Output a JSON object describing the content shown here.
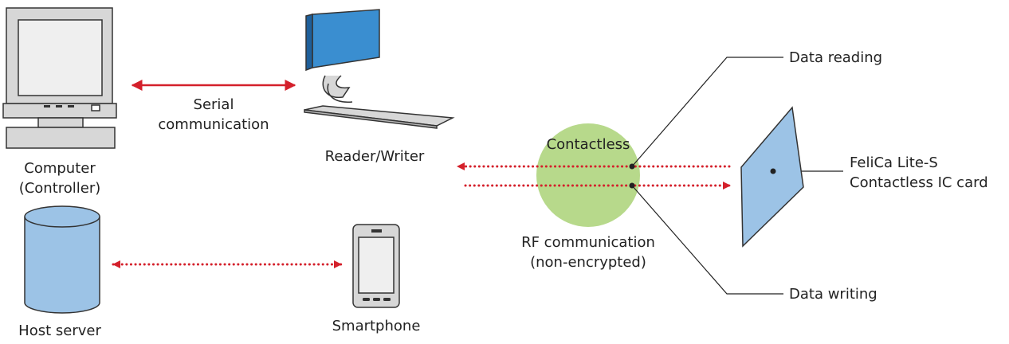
{
  "labels": {
    "computer_line1": "Computer",
    "computer_line2": "(Controller)",
    "serial_line1": "Serial",
    "serial_line2": "communication",
    "reader_writer": "Reader/Writer",
    "host_server": "Host server",
    "smartphone": "Smartphone",
    "contactless": "Contactless",
    "rf_line1": "RF communication",
    "rf_line2": "(non-encrypted)",
    "data_reading": "Data reading",
    "data_writing": "Data writing",
    "card_line1": "FeliCa Lite-S",
    "card_line2": "Contactless IC card"
  },
  "colors": {
    "arrow": "#d4202b",
    "screen_blue": "#3a8ed0",
    "light_blue": "#9cc3e6",
    "rf_green": "#b7d98b",
    "device_gray": "#d7d7d7",
    "outline": "#333333"
  }
}
